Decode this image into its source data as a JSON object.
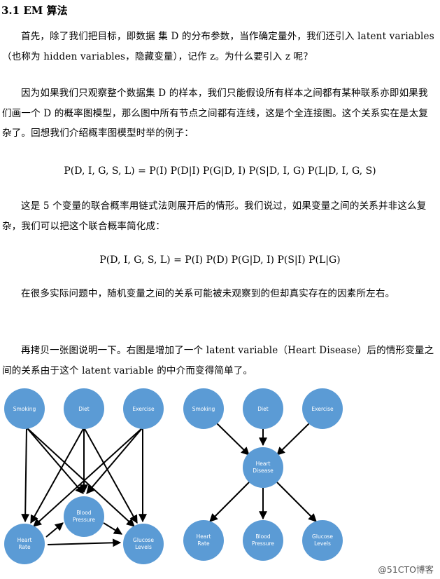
{
  "section_title": "3.1 EM 算法",
  "paragraphs": [
    "首先，除了我们把目标，即数据 集 D 的分布参数，当作确定量外，我们还引入 latent variables（也称为 hidden variables，隐藏变量），记作 z。为什么要引入 z 呢？",
    "因为如果我们只观察整个数据集 D 的样本，我们只能假设所有样本之间都有某种联系亦即如果我们画一个 D 的概率图模型，那么图中所有节点之间都有连线，这是个全连接图。这个关系实在是太复杂了。回想我们介绍概率图模型时举的例子：",
    "这是 5 个变量的联合概率用链式法则展开后的情形。我们说过，如果变量之间的关系并非这么复杂，我们可以把这个联合概率简化成：",
    "在很多实际问题中，随机变量之间的关系可能被未观察到的但却真实存在的因素所左右。",
    "再拷贝一张图说明一下。右图是增加了一个 latent variable（Heart Disease）后的情形变量之间的关系由于这个 latent variable 的中介而变得简单了。"
  ],
  "formulas": [
    "P(D, I, G, S, L) = P(I) P(D|I) P(G|D, I) P(S|D, I, G) P(L|D, I, G, S)",
    "P(D, I, G, S, L) = P(I) P(D) P(G|D, I) P(S|I) P(L|G)"
  ],
  "diagram": {
    "node_color": "#5b9bd5",
    "left_nodes": {
      "smoking": "Smoking",
      "diet": "Diet",
      "exercise": "Exercise",
      "blood_l1": "Blood",
      "blood_l2": "Pressure",
      "heart_rate_l1": "Heart",
      "heart_rate_l2": "Rate",
      "glucose_l1": "Glucose",
      "glucose_l2": "Levels"
    },
    "right_nodes": {
      "smoking": "Smoking",
      "diet": "Diet",
      "exercise": "Exercise",
      "disease_l1": "Heart",
      "disease_l2": "Disease",
      "heart_rate_l1": "Heart",
      "heart_rate_l2": "Rate",
      "blood_l1": "Blood",
      "blood_l2": "Pressure",
      "glucose_l1": "Glucose",
      "glucose_l2": "Levels"
    }
  },
  "watermark": "@51CTO博客"
}
